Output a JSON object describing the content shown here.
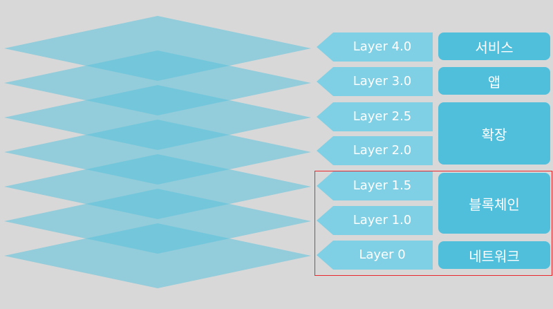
{
  "diagram": {
    "layers": [
      {
        "label": "Layer 4.0"
      },
      {
        "label": "Layer 3.0"
      },
      {
        "label": "Layer 2.5"
      },
      {
        "label": "Layer 2.0"
      },
      {
        "label": "Layer 1.5"
      },
      {
        "label": "Layer 1.0"
      },
      {
        "label": "Layer 0"
      }
    ],
    "groups": [
      {
        "label": "서비스",
        "layers": [
          "Layer 4.0"
        ]
      },
      {
        "label": "앱",
        "layers": [
          "Layer 3.0"
        ]
      },
      {
        "label": "확장",
        "layers": [
          "Layer 2.5",
          "Layer 2.0"
        ]
      },
      {
        "label": "블록체인",
        "layers": [
          "Layer 1.5",
          "Layer 1.0"
        ]
      },
      {
        "label": "네트워크",
        "layers": [
          "Layer 0"
        ]
      }
    ],
    "highlighted_layers": [
      "Layer 1.5",
      "Layer 1.0",
      "Layer 0"
    ]
  },
  "colors": {
    "background": "#d8d8d8",
    "plane_fill": "#5bc3dc",
    "arrow_fill": "#7fd0e5",
    "box_fill": "#4fbfdc",
    "highlight_border": "#e8262b",
    "text": "#ffffff"
  }
}
